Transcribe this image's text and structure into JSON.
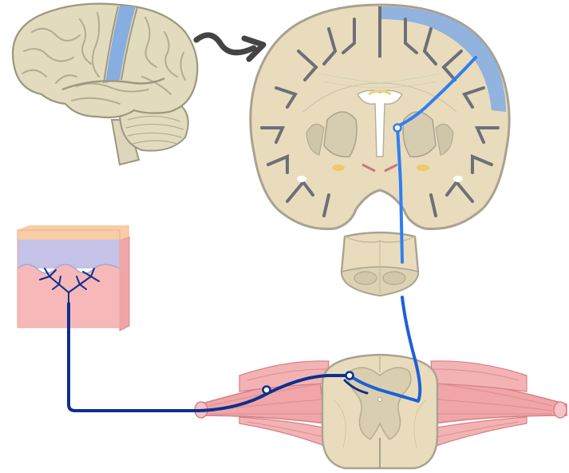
{
  "diagram": {
    "type": "anatomical-illustration",
    "labels": [],
    "colors": {
      "tissue": "#e8dcbc",
      "tissue_outline": "#a9a290",
      "sulcus": "#6e6f78",
      "motor_cortex_highlight": "#87aee0",
      "nerve_pathway_light": "#2f7ff0",
      "nerve_pathway_dark": "#0d2f8f",
      "muscle_pink": "#f0a6a8",
      "skin_pink": "#f6b8b8",
      "skin_lavender": "#c4c2e6",
      "skin_top": "#f9cda4",
      "arrow": "#444444"
    },
    "parts": [
      {
        "name": "brain-lateral-view"
      },
      {
        "name": "transition-arrow"
      },
      {
        "name": "brain-coronal-section"
      },
      {
        "name": "brainstem-section"
      },
      {
        "name": "skin-block"
      },
      {
        "name": "spinal-cord-cross-section"
      },
      {
        "name": "spinal-nerve-roots"
      }
    ]
  }
}
